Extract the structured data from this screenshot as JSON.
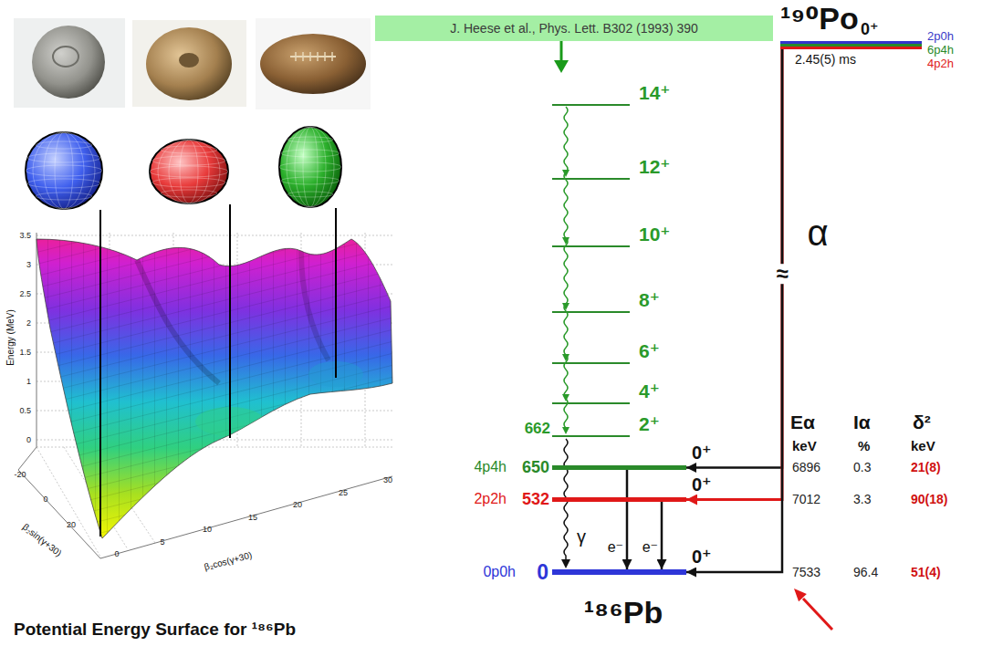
{
  "diagram": {
    "caption": "Potential Energy Surface for ¹⁸⁶Pb",
    "nodes": [
      {
        "text": [
          "J. Heese et al., Phys. Lett. B302 (1993) 390"
        ]
      },
      {
        "text": [
          "¹⁹⁰Po",
          "0⁺",
          "2p0h",
          "6p4h",
          "4p2h",
          "2.45(5) ms"
        ]
      },
      {
        "text": [
          "4p4h",
          "650",
          "0⁺"
        ]
      },
      {
        "text": [
          "2p2h",
          "532",
          "0⁺"
        ]
      },
      {
        "text": [
          "0p0h",
          "0",
          "0⁺"
        ]
      }
    ],
    "edges": [
      {
        "from": 1,
        "to": 2,
        "arrow": "to"
      },
      {
        "from": 1,
        "to": 3,
        "arrow": "to"
      },
      {
        "from": 1,
        "to": 4,
        "arrow": "to"
      },
      {
        "from": 2,
        "to": 4,
        "arrow": "to",
        "label": "e⁻"
      },
      {
        "from": 3,
        "to": 4,
        "arrow": "to",
        "label": "e⁻"
      }
    ],
    "labels": [
      "14⁺",
      "12⁺",
      "10⁺",
      "8⁺",
      "6⁺",
      "4⁺",
      "2⁺",
      "662",
      "γ",
      "¹⁸⁶Pb",
      "α",
      "≈",
      "Eα",
      "Iα",
      "δ²",
      "keV",
      "%",
      "keV",
      "6896",
      "0.3",
      "21(8)",
      "7012",
      "3.3",
      "90(18)",
      "7533",
      "96.4",
      "51(4)",
      "Energy (MeV)",
      "3.5",
      "3",
      "2.5",
      "2",
      "1.5",
      "1",
      "0.5",
      "0",
      "-20",
      "0",
      "20",
      "β₂sin(γ+30)",
      "0",
      "5",
      "10",
      "15",
      "20",
      "25",
      "30",
      "β₂cos(γ+30)"
    ]
  }
}
